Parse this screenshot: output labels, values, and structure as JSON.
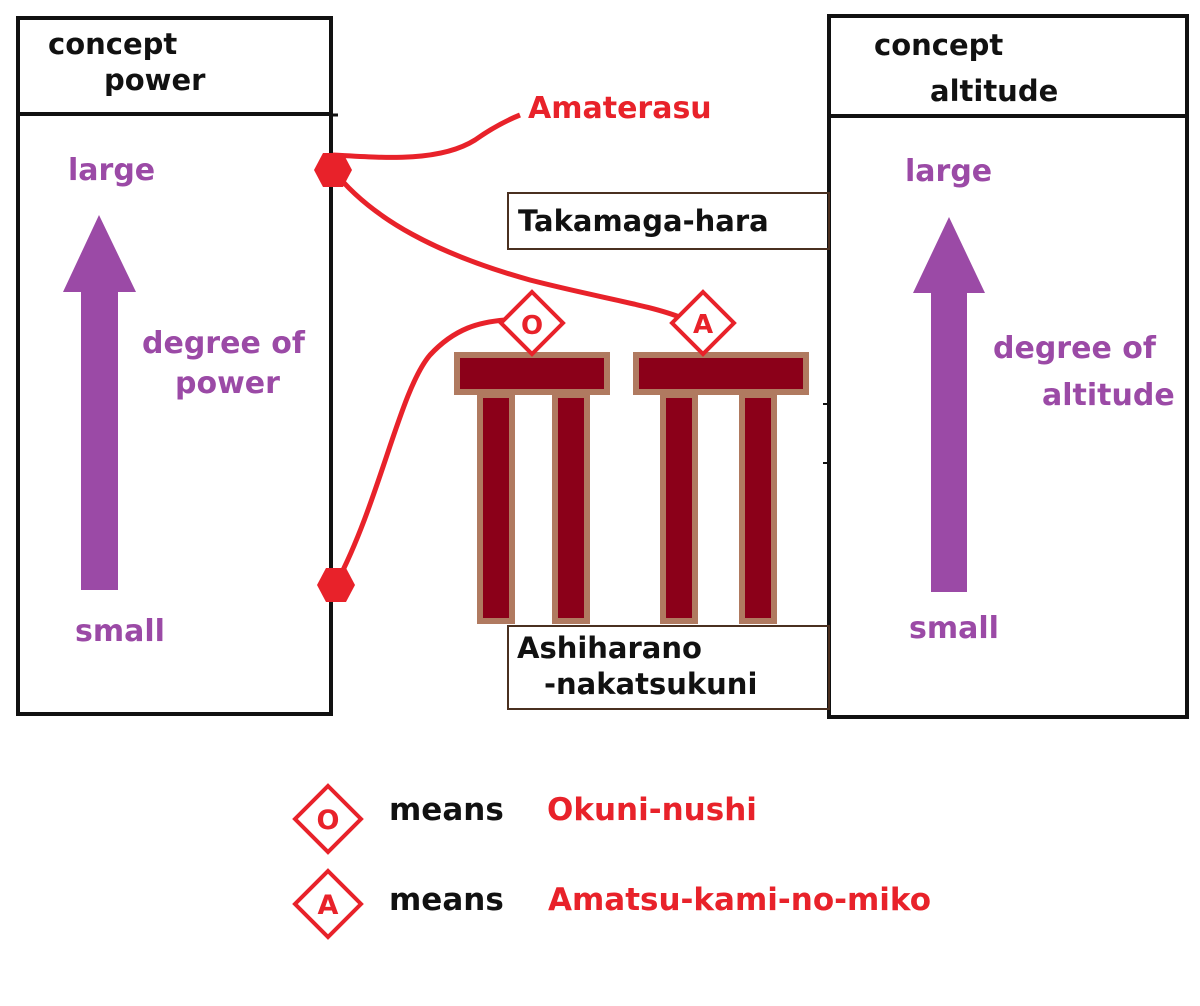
{
  "left_panel": {
    "concept_line1": "concept",
    "concept_line2": "power",
    "large": "large",
    "degree_line1": "degree of",
    "degree_line2": "power",
    "small": "small"
  },
  "right_panel": {
    "concept_line1": "concept",
    "concept_line2": "altitude",
    "large": "large",
    "degree_line1": "degree of",
    "degree_line2": "altitude",
    "small": "small"
  },
  "amaterasu": "Amaterasu",
  "takamagahara": "Takamaga-hara",
  "ashiharano_line1": "Ashiharano",
  "ashiharano_line2": "-nakatsukuni",
  "markers": {
    "o_letter": "O",
    "a_letter": "A"
  },
  "legend": [
    {
      "letter": "O",
      "means": "means",
      "name": "Okuni-nushi"
    },
    {
      "letter": "A",
      "means": "means",
      "name": "Amatsu-kami-no-miko"
    }
  ],
  "colors": {
    "purple": "#9b4aa6",
    "red": "#e8222a",
    "pillar_fill": "#8b0019",
    "pillar_border": "#b07a60",
    "black": "#111111"
  }
}
